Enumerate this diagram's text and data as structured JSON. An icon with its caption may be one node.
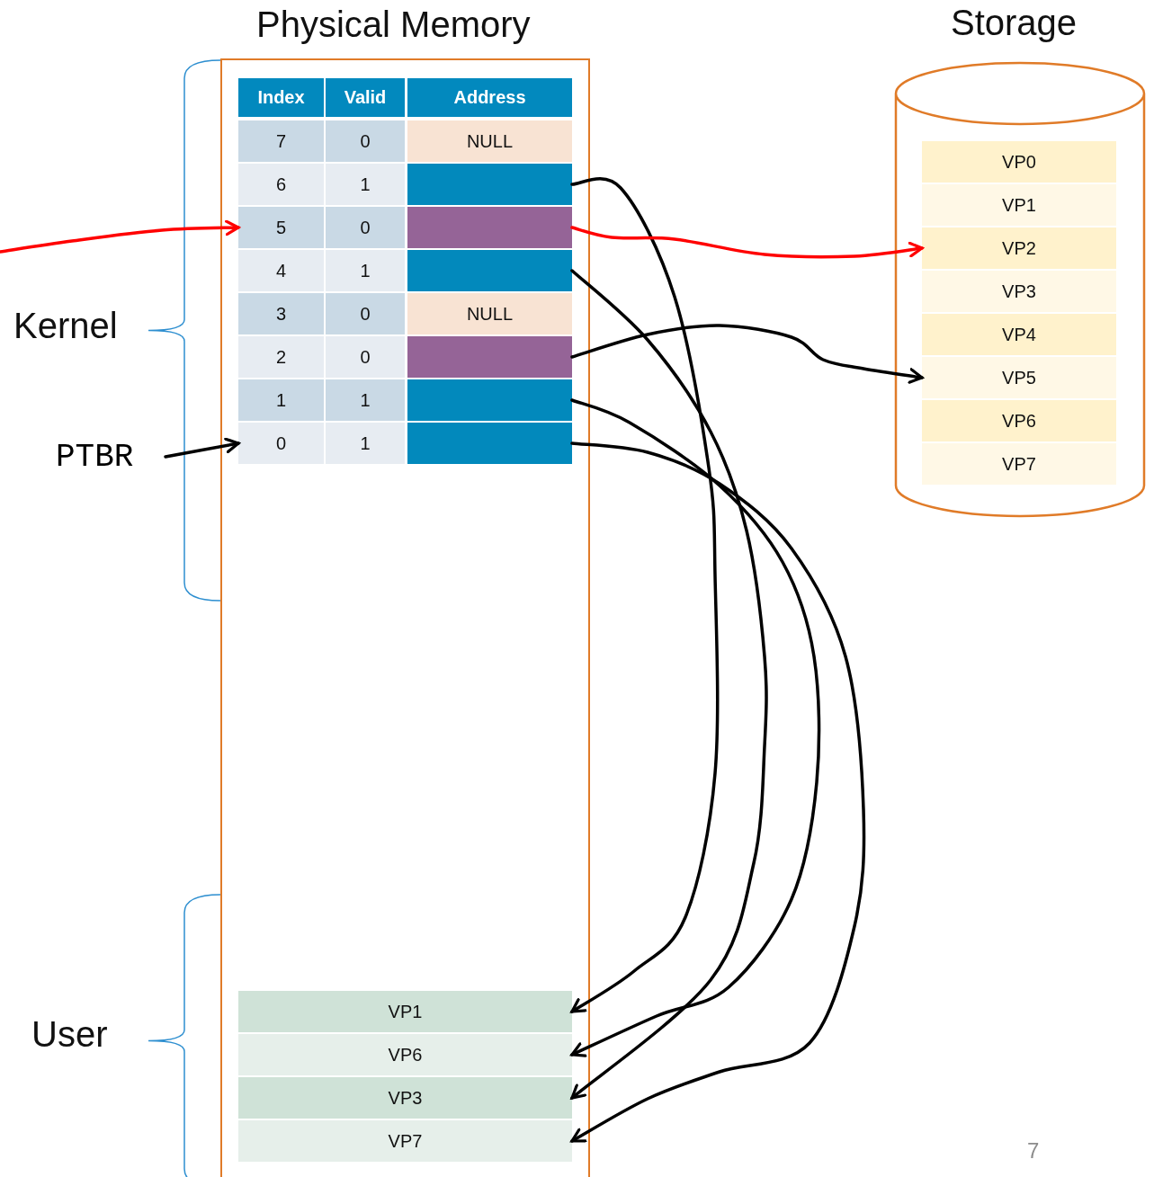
{
  "diagram": {
    "nodes": [
      {
        "text": [
          "Physical Memory"
        ]
      },
      {
        "text": [
          "7"
        ],
        "in": 0
      },
      {
        "text": [
          "NULL"
        ],
        "in": 0
      },
      {
        "text": [
          "6"
        ],
        "in": 0
      },
      {
        "text": [],
        "shape": "box",
        "in": 0
      },
      {
        "text": [
          "5"
        ],
        "in": 0
      },
      {
        "text": [],
        "shape": "box",
        "in": 0
      },
      {
        "text": [
          "4"
        ],
        "in": 0
      },
      {
        "text": [],
        "shape": "box",
        "in": 0
      },
      {
        "text": [
          "3"
        ],
        "in": 0
      },
      {
        "text": [
          "NULL"
        ],
        "in": 0
      },
      {
        "text": [
          "2"
        ],
        "in": 0
      },
      {
        "text": [],
        "shape": "box",
        "in": 0
      },
      {
        "text": [
          "1"
        ],
        "in": 0
      },
      {
        "text": [],
        "shape": "box",
        "in": 0
      },
      {
        "text": [
          "0"
        ],
        "in": 0
      },
      {
        "text": [],
        "shape": "box",
        "in": 0
      },
      {
        "text": [
          "VP1"
        ],
        "in": 0
      },
      {
        "text": [
          "VP6"
        ],
        "in": 0
      },
      {
        "text": [
          "VP3"
        ],
        "in": 0
      },
      {
        "text": [
          "VP7"
        ],
        "in": 0
      },
      {
        "text": [
          "Storage"
        ]
      },
      {
        "text": [
          "VP0"
        ],
        "in": 21
      },
      {
        "text": [
          "VP1"
        ],
        "in": 21
      },
      {
        "text": [
          "VP2"
        ],
        "in": 21
      },
      {
        "text": [
          "VP3"
        ],
        "in": 21
      },
      {
        "text": [
          "VP4"
        ],
        "in": 21
      },
      {
        "text": [
          "VP5"
        ],
        "in": 21
      },
      {
        "text": [
          "VP6"
        ],
        "in": 21
      },
      {
        "text": [
          "VP7"
        ],
        "in": 21
      },
      {
        "text": [
          "PTBR"
        ]
      }
    ],
    "edges": [
      {
        "from": null,
        "to": 5,
        "arrow": "to",
        "color": "#ff0000"
      },
      {
        "from": 30,
        "to": 15,
        "arrow": "to"
      },
      {
        "from": 4,
        "to": 17,
        "arrow": "to"
      },
      {
        "from": 6,
        "to": 24,
        "arrow": "to",
        "color": "#ff0000"
      },
      {
        "from": 8,
        "to": 19,
        "arrow": "to"
      },
      {
        "from": 12,
        "to": 27,
        "arrow": "to"
      },
      {
        "from": 14,
        "to": 18,
        "arrow": "to"
      },
      {
        "from": 16,
        "to": 20,
        "arrow": "to"
      }
    ],
    "labels": [
      "Index",
      "Valid",
      "Address",
      "0",
      "1",
      "0",
      "1",
      "0",
      "0",
      "1",
      "1",
      "Kernel",
      "User",
      "7"
    ]
  }
}
